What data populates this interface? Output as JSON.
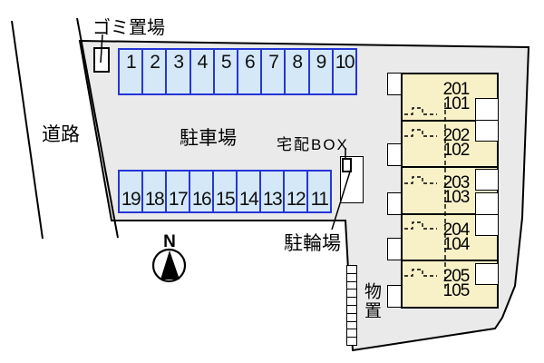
{
  "plan": {
    "type": "apartment-site-plan",
    "site": {
      "fill": "#eaeaea",
      "outline": "#000000"
    },
    "labels": {
      "garbage": "ゴミ置場",
      "road": "道路",
      "parking_lot": "駐車場",
      "delivery_box": "宅配BOX",
      "bicycle_parking": "駐輪場",
      "storage": "物置"
    },
    "compass": {
      "north": "N"
    },
    "parking": {
      "stall_fill": "#d4e8f8",
      "stall_border": "#2636d6",
      "row1": [
        "1",
        "2",
        "3",
        "4",
        "5",
        "6",
        "7",
        "8",
        "9",
        "10"
      ],
      "row2": [
        "19",
        "18",
        "17",
        "16",
        "15",
        "14",
        "13",
        "12",
        "11"
      ]
    },
    "building": {
      "fill": "#f8f1c8",
      "units": [
        {
          "upper": "201",
          "lower": "101"
        },
        {
          "upper": "202",
          "lower": "102"
        },
        {
          "upper": "203",
          "lower": "103"
        },
        {
          "upper": "204",
          "lower": "104"
        },
        {
          "upper": "205",
          "lower": "105"
        }
      ]
    },
    "storage_cell_count": 10
  }
}
